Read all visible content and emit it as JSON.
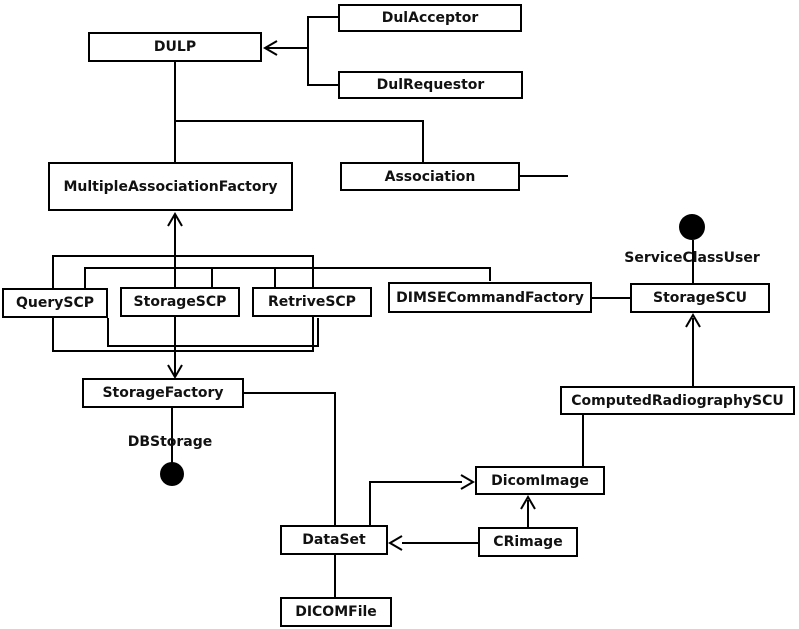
{
  "diagram": {
    "kind": "uml-class-diagram",
    "colors": {
      "line": "#000000",
      "box_fill": "#ffffff",
      "text": "#111111",
      "background": "#ffffff"
    },
    "nodes": {
      "dul_acceptor": {
        "label": "DulAcceptor"
      },
      "dulp": {
        "label": "DULP"
      },
      "dul_requestor": {
        "label": "DulRequestor"
      },
      "multiple_association_factory": {
        "label": "MultipleAssociationFactory"
      },
      "association": {
        "label": "Association"
      },
      "query_scp": {
        "label": "QuerySCP"
      },
      "storage_scp": {
        "label": "StorageSCP"
      },
      "retrive_scp": {
        "label": "RetriveSCP"
      },
      "dimse_command_factory": {
        "label": "DIMSECommandFactory"
      },
      "storage_scu": {
        "label": "StorageSCU"
      },
      "storage_factory": {
        "label": "StorageFactory"
      },
      "computed_radiography_scu": {
        "label": "ComputedRadiographySCU"
      },
      "dicom_image": {
        "label": "DicomImage"
      },
      "data_set": {
        "label": "DataSet"
      },
      "cr_image": {
        "label": "CRimage"
      },
      "dicom_file": {
        "label": "DICOMFile"
      }
    },
    "interface_labels": {
      "service_class_user": {
        "label": "ServiceClassUser",
        "marker": "filled-ball"
      },
      "db_storage": {
        "label": "DBStorage",
        "marker": "filled-ball"
      }
    },
    "edges": [
      {
        "from": "DulAcceptor",
        "to": "DULP",
        "style": "open-arrow"
      },
      {
        "from": "DulRequestor",
        "to": "DULP",
        "style": "open-arrow"
      },
      {
        "from": "DULP",
        "to": "MultipleAssociationFactory",
        "style": "line"
      },
      {
        "from": "DULP",
        "to": "Association",
        "style": "line"
      },
      {
        "from": "Association",
        "to": "(dangling right)",
        "style": "line"
      },
      {
        "from": "SCP-group",
        "to": "MultipleAssociationFactory",
        "style": "open-arrow"
      },
      {
        "from": "SCP-group",
        "to": "StorageFactory",
        "style": "open-arrow"
      },
      {
        "from": "DIMSECommandFactory",
        "to": "StorageSCU",
        "style": "line"
      },
      {
        "from": "StorageSCU",
        "to": "ServiceClassUser",
        "style": "lollipop-ball"
      },
      {
        "from": "ComputedRadiographySCU",
        "to": "StorageSCU",
        "style": "open-arrow"
      },
      {
        "from": "ComputedRadiographySCU",
        "to": "DicomImage",
        "style": "line"
      },
      {
        "from": "StorageFactory",
        "to": "DBStorage",
        "style": "lollipop-ball"
      },
      {
        "from": "StorageFactory",
        "to": "DataSet",
        "style": "line"
      },
      {
        "from": "DataSet",
        "to": "DicomImage",
        "style": "open-arrow"
      },
      {
        "from": "CRimage",
        "to": "DicomImage",
        "style": "open-arrow"
      },
      {
        "from": "CRimage",
        "to": "DataSet",
        "style": "open-arrow"
      },
      {
        "from": "DataSet",
        "to": "DICOMFile",
        "style": "line"
      }
    ]
  }
}
